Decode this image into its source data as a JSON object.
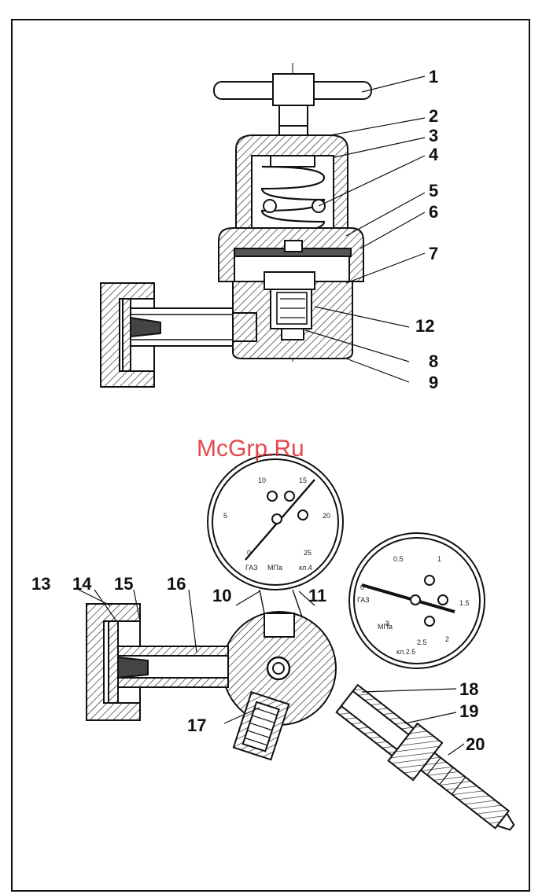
{
  "watermark": "McGrp.Ru",
  "labels": [
    "1",
    "2",
    "3",
    "4",
    "5",
    "6",
    "7",
    "8",
    "9",
    "10",
    "11",
    "12",
    "13",
    "14",
    "15",
    "16",
    "17",
    "18",
    "19",
    "20"
  ],
  "gauge_high": {
    "ticks": [
      "0",
      "5",
      "10",
      "15",
      "20",
      "25"
    ],
    "units": [
      "ГАЗ",
      "МПа",
      "кл.4"
    ]
  },
  "gauge_low": {
    "ticks": [
      "0",
      "0.5",
      "1",
      "1.5",
      "2",
      "2.5",
      "3"
    ],
    "units": [
      "ГАЗ",
      "МПа",
      "кл.2.5"
    ]
  }
}
